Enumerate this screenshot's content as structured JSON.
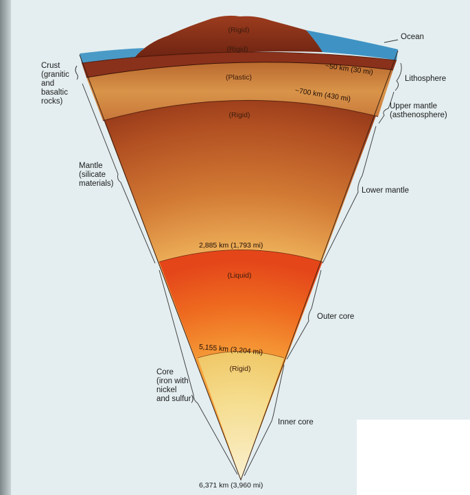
{
  "layers": {
    "crust_state": "(Rigid)",
    "lithosphere_state": "(Rigid)",
    "asthenosphere_state": "(Plastic)",
    "lower_mantle_state": "(Rigid)",
    "outer_core_state": "(Liquid)",
    "inner_core_state": "(Rigid)"
  },
  "depths": {
    "lithosphere_base": "~50 km (30 mi)",
    "asthenosphere_base": "~700 km (430 mi)",
    "mantle_base": "2,885 km (1,793 mi)",
    "outer_core_base": "5,155 km (3,204 mi)",
    "center": "6,371 km (3,960 mi)"
  },
  "left_labels": {
    "crust": "Crust\n(granitic\nand\nbasaltic\nrocks)",
    "mantle": "Mantle\n(silicate\nmaterials)",
    "core": "Core\n(iron with\nnickel\nand sulfur)"
  },
  "right_labels": {
    "ocean": "Ocean",
    "lithosphere": "Lithosphere",
    "upper_mantle": "Upper mantle\n(asthenosphere)",
    "lower_mantle": "Lower mantle",
    "outer_core": "Outer core",
    "inner_core": "Inner core"
  },
  "colors": {
    "ocean": "#3f93c4",
    "crust": "#7a2a16",
    "lithosphere": "#8e3a1d",
    "asthenosphere": "#c9813d",
    "lower_mantle": "#b8561f",
    "outer_core": "#e5561c",
    "inner_core": "#f2d27a"
  }
}
